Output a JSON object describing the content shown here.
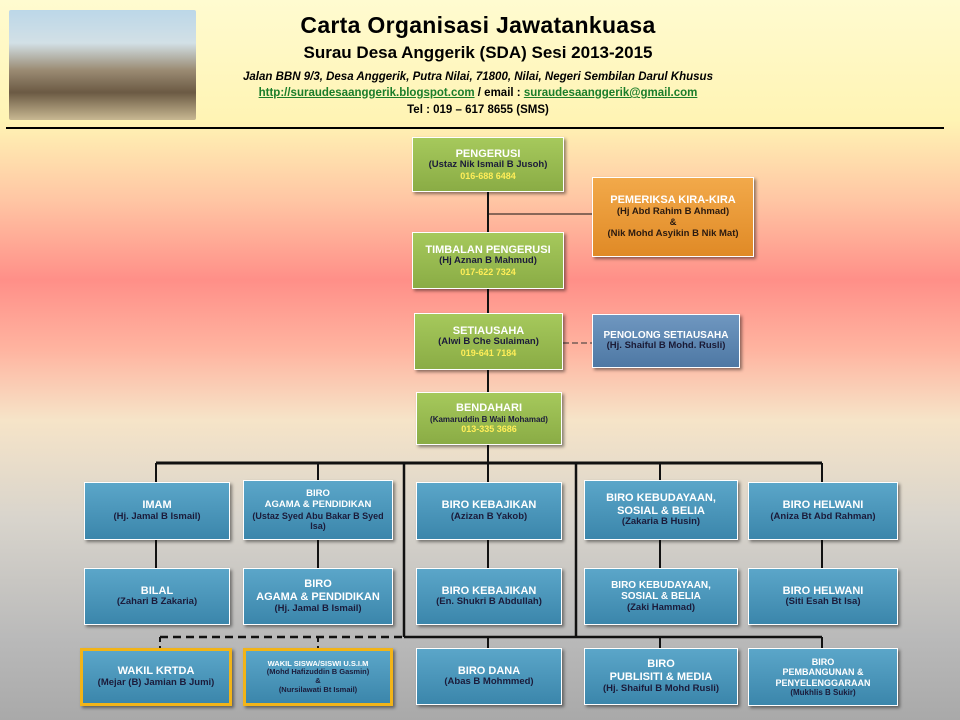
{
  "header": {
    "title": "Carta Organisasi Jawatankuasa",
    "subtitle": "Surau Desa Anggerik (SDA) Sesi 2013-2015",
    "address": "Jalan BBN 9/3, Desa Anggerik, Putra Nilai, 71800, Nilai, Negeri Sembilan Darul Khusus",
    "website": "http://suraudesaanggerik.blogspot.com",
    "email_label": " / email : ",
    "email": "suraudesaanggerik@gmail.com",
    "tel": "Tel : 019 – 617 8655 (SMS)"
  },
  "nodes": {
    "pengerusi": {
      "title": "PENGERUSI",
      "name": "(Ustaz Nik Ismail B Jusoh)",
      "phone": "016-688 6484"
    },
    "pemeriksa": {
      "title": "PEMERIKSA KIRA-KIRA",
      "name1": "(Hj Abd Rahim B Ahmad)",
      "amp": "&",
      "name2": "(Nik Mohd Asyikin B Nik Mat)"
    },
    "timbalan": {
      "title": "TIMBALAN PENGERUSI",
      "name": "(Hj Aznan B Mahmud)",
      "phone": "017-622 7324"
    },
    "setiausaha": {
      "title": "SETIAUSAHA",
      "name": "(Alwi B Che Sulaiman)",
      "phone": "019-641 7184"
    },
    "penolong": {
      "title": "PENOLONG SETIAUSAHA",
      "name": "(Hj. Shaiful B Mohd. Rusli)"
    },
    "bendahari": {
      "title": "BENDAHARI",
      "name": "(Kamaruddin B Wali Mohamad)",
      "phone": "013-335 3686"
    },
    "imam": {
      "title": "IMAM",
      "name": "(Hj. Jamal B Ismail)"
    },
    "agama1": {
      "title1": "BIRO",
      "title2": "AGAMA & PENDIDIKAN",
      "name": "(Ustaz Syed Abu Bakar B Syed Isa)"
    },
    "kebajikan1": {
      "title": "BIRO KEBAJIKAN",
      "name": "(Azizan B Yakob)"
    },
    "kebudayaan1": {
      "title1": "BIRO KEBUDAYAAN,",
      "title2": "SOSIAL & BELIA",
      "name": "(Zakaria B Husin)"
    },
    "helwani1": {
      "title": "BIRO HELWANI",
      "name": "(Aniza Bt Abd Rahman)"
    },
    "bilal": {
      "title": "BILAL",
      "name": "(Zahari B Zakaria)"
    },
    "agama2": {
      "title1": "BIRO",
      "title2": "AGAMA & PENDIDIKAN",
      "name": "(Hj. Jamal B Ismail)"
    },
    "kebajikan2": {
      "title": "BIRO KEBAJIKAN",
      "name": "(En. Shukri B Abdullah)"
    },
    "kebudayaan2": {
      "title1": "BIRO KEBUDAYAAN,",
      "title2": "SOSIAL & BELIA",
      "name": "(Zaki Hammad)"
    },
    "helwani2": {
      "title": "BIRO HELWANI",
      "name": "(Siti Esah Bt Isa)"
    },
    "krtda": {
      "title": "WAKIL KRTDA",
      "name": "(Mejar (B) Jamian B Jumi)"
    },
    "usim": {
      "title": "WAKIL SISWA/SISWI U.S.I.M",
      "name1": "(Mohd Hafizuddin B Gasmin)",
      "amp": "&",
      "name2": "(Nursilawati Bt Ismail)"
    },
    "dana": {
      "title": "BIRO DANA",
      "name": "(Abas B Mohmmed)"
    },
    "publisiti": {
      "title1": "BIRO",
      "title2": "PUBLISITI & MEDIA",
      "name": "(Hj. Shaiful B Mohd Rusli)"
    },
    "pembangunan": {
      "title1": "BIRO",
      "title2": "PEMBANGUNAN &",
      "title3": "PENYELENGGARAAN",
      "name": "(Mukhlis B Sukir)"
    }
  },
  "colors": {
    "green": "#95b84e",
    "orange": "#e8962e",
    "steel": "#5a82ad",
    "teal": "#4a97bb",
    "gold_border": "#f2b418",
    "phone": "#ffee58"
  }
}
